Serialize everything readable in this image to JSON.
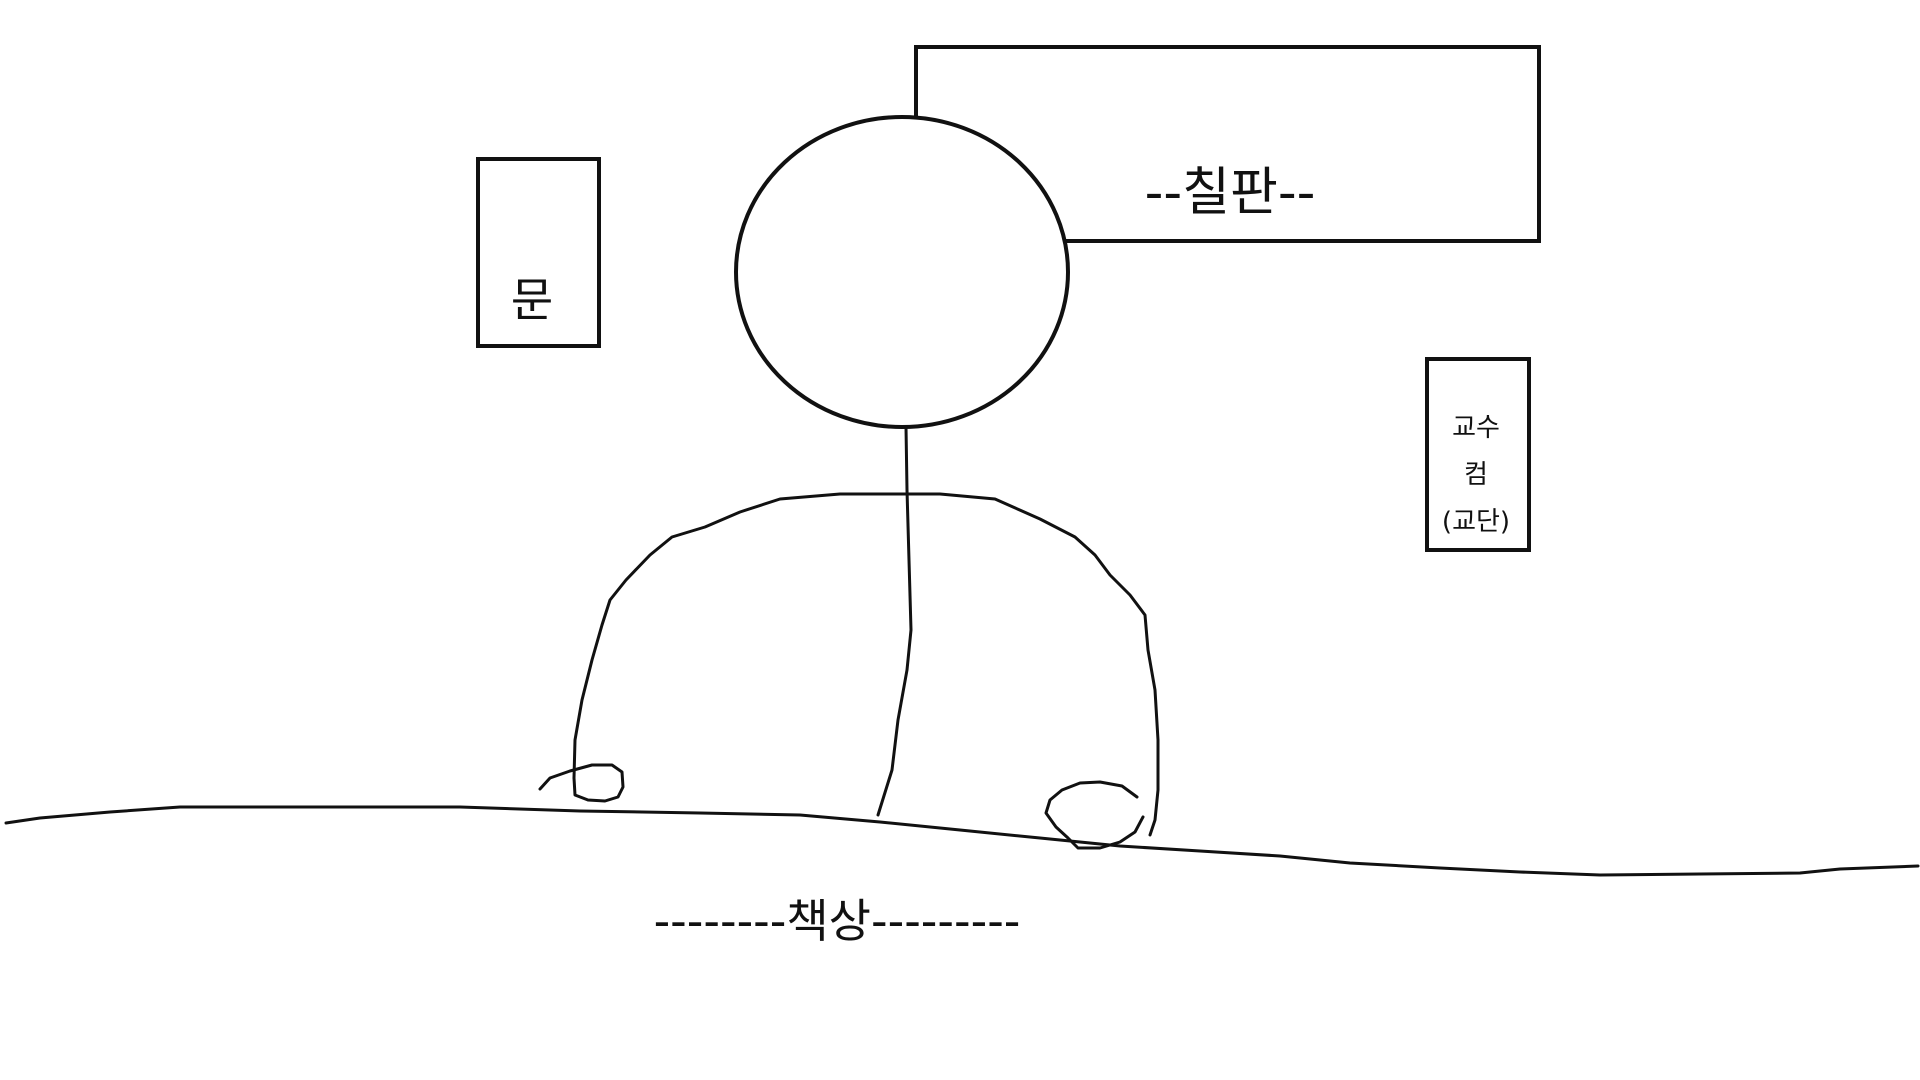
{
  "labels": {
    "door": "문",
    "blackboard": "--칠판--",
    "desk": "--------책상---------",
    "professor_pc": [
      "교수",
      "컴",
      "(교단)"
    ]
  },
  "colors": {
    "stroke": "#111111",
    "background": "#ffffff"
  }
}
